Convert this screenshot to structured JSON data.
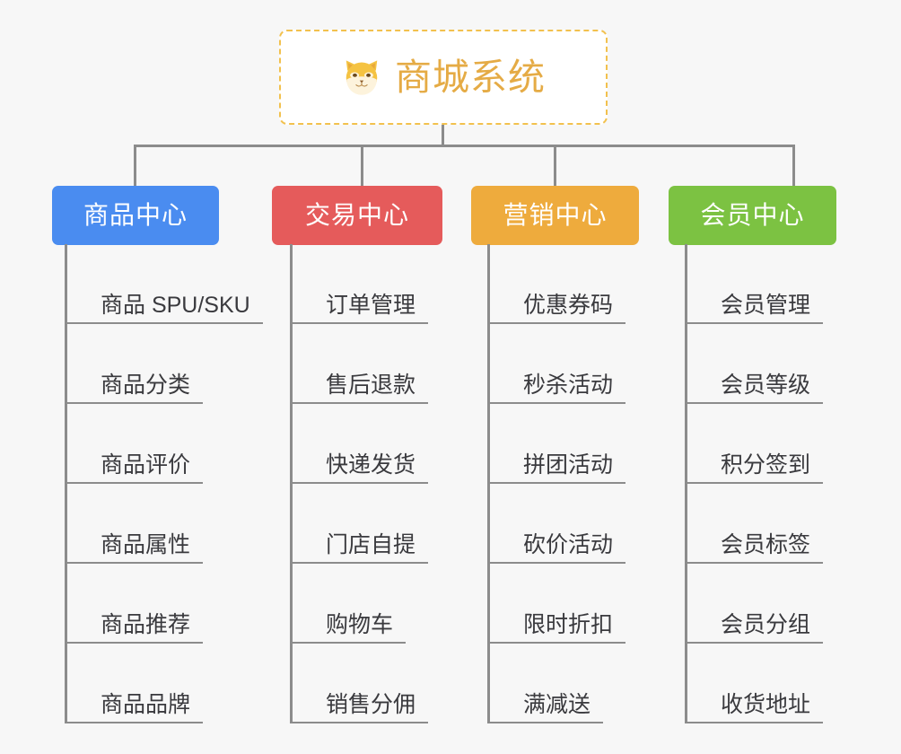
{
  "diagram": {
    "type": "org-chart",
    "title": "商城系统",
    "background_color": "#f7f7f7"
  },
  "root": {
    "label": "商城系统",
    "icon": "shiba-inu-dog-face-icon",
    "text_color": "#e5ab45",
    "border_color": "#f2c14e",
    "background_color": "#ffffff"
  },
  "columns": [
    {
      "id": "product-center",
      "label": "商品中心",
      "color": "#4a8cf0",
      "text_color": "#ffffff",
      "items": [
        "商品 SPU/SKU",
        "商品分类",
        "商品评价",
        "商品属性",
        "商品推荐",
        "商品品牌"
      ]
    },
    {
      "id": "trade-center",
      "label": "交易中心",
      "color": "#e55b5b",
      "text_color": "#ffffff",
      "items": [
        "订单管理",
        "售后退款",
        "快递发货",
        "门店自提",
        "购物车",
        "销售分佣"
      ]
    },
    {
      "id": "marketing-center",
      "label": "营销中心",
      "color": "#eeab3d",
      "text_color": "#ffffff",
      "items": [
        "优惠券码",
        "秒杀活动",
        "拼团活动",
        "砍价活动",
        "限时折扣",
        "满减送"
      ]
    },
    {
      "id": "member-center",
      "label": "会员中心",
      "color": "#7cc242",
      "text_color": "#ffffff",
      "items": [
        "会员管理",
        "会员等级",
        "积分签到",
        "会员标签",
        "会员分组",
        "收货地址"
      ]
    }
  ],
  "connector_color": "#8c8c8c"
}
